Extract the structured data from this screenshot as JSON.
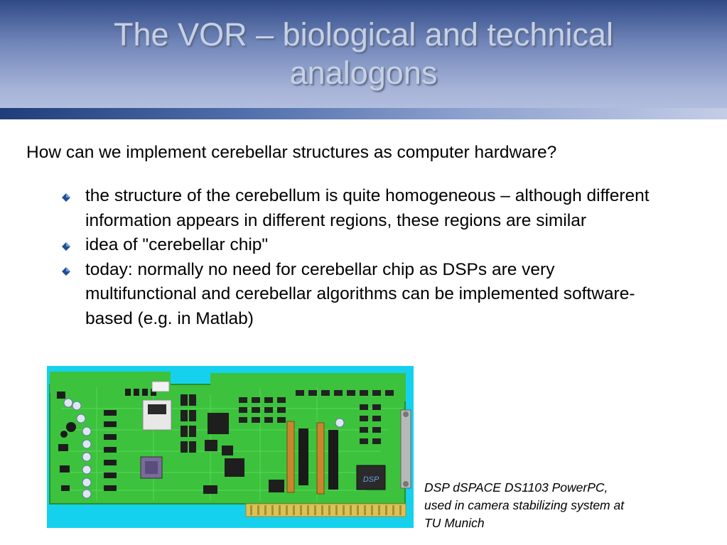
{
  "slide": {
    "title_line1": "The VOR – biological and technical",
    "title_line2": "analogons",
    "question": "How can we implement cerebellar structures as computer hardware?",
    "bullets": [
      "the structure of the cerebellum is quite homogeneous – although different information appears in different regions, these regions are similar",
      "idea of \"cerebellar chip\"",
      "today: normally no need for cerebellar chip as DSPs are very multifunctional and cerebellar algorithms can be implemented software-based (e.g. in Matlab)"
    ],
    "caption_line1": "DSP dSPACE DS1103 PowerPC,",
    "caption_line2": "used in camera stabilizing system at",
    "caption_line3": "TU Munich",
    "chip_label": "DSP"
  },
  "colors": {
    "header_dark": "#2f4a86",
    "header_light": "#b8c3e1",
    "title_text": "#c6d0e6",
    "photo_background": "#16d1ee",
    "board_green": "#3cc23c",
    "bullet_blue": "#1f4e96"
  }
}
